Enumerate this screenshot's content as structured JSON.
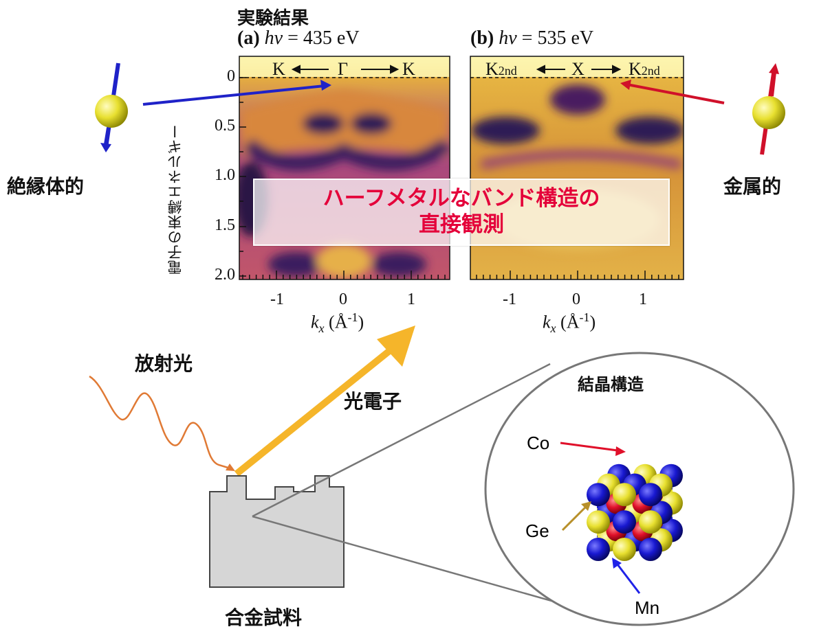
{
  "title": "実験結果",
  "panel_a": {
    "label": "(a)",
    "hv": "hv",
    "equals": "= 435 eV",
    "path": {
      "left": "K",
      "center": "Γ",
      "right": "K"
    }
  },
  "panel_b": {
    "label": "(b)",
    "hv": "hv",
    "equals": "= 535 eV",
    "path": {
      "left": "K",
      "left_sub": "2nd",
      "center": "X",
      "right": "K",
      "right_sub": "2nd"
    }
  },
  "y_axis": {
    "label": "電子の束縛エネルギー",
    "ticks": [
      "0",
      "0.5",
      "1.0",
      "1.5",
      "2.0"
    ]
  },
  "x_axis": {
    "k": "k",
    "sub": "x",
    "unit": "(Å",
    "exp": "-1",
    "close": ")",
    "ticks": [
      "-1",
      "0",
      "1"
    ]
  },
  "overlay": {
    "line1": "ハーフメタルなバンド構造の",
    "line2": "直接観測"
  },
  "left_label": "絶縁体的",
  "right_label": "金属的",
  "radiation_label": "放射光",
  "photoelectron_label": "光電子",
  "sample_label": "合金試料",
  "crystal": {
    "title": "結晶構造",
    "co": "Co",
    "ge": "Ge",
    "mn": "Mn"
  },
  "colors": {
    "arrow_blue": "#1f22c8",
    "arrow_red": "#d0102a",
    "photoelectron": "#f5b52a",
    "radiation": "#e07a35",
    "overlay_text": "#e4003a",
    "co_atom": "#e0102a",
    "ge_atom": "#e8e030",
    "mn_atom": "#1818d0",
    "sample": "#d6d6d6"
  }
}
